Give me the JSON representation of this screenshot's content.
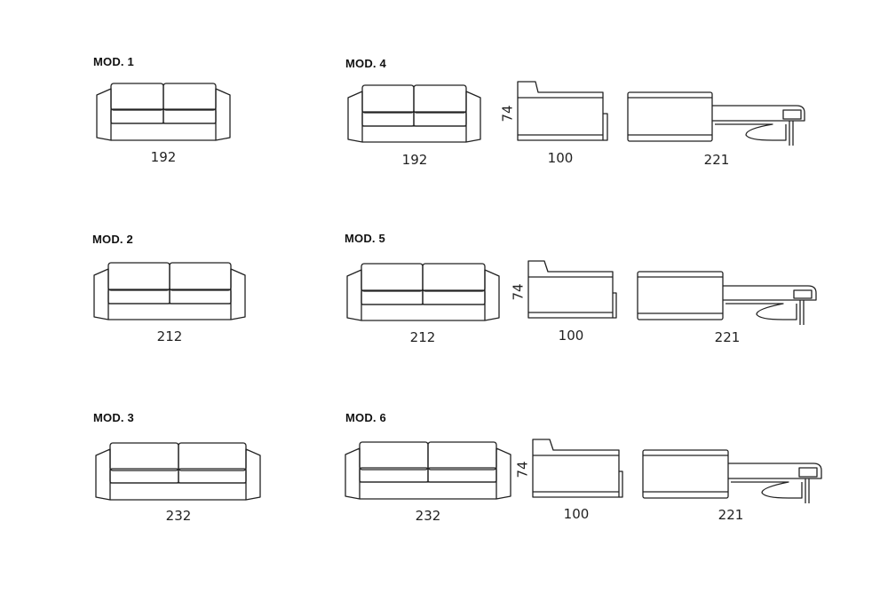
{
  "models": [
    {
      "id": "mod1",
      "title": "MOD. 1",
      "front_width": "192"
    },
    {
      "id": "mod2",
      "title": "MOD. 2",
      "front_width": "212"
    },
    {
      "id": "mod3",
      "title": "MOD. 3",
      "front_width": "232"
    },
    {
      "id": "mod4",
      "title": "MOD. 4",
      "front_width": "192",
      "height": "74",
      "depth": "100",
      "open_depth": "221"
    },
    {
      "id": "mod5",
      "title": "MOD. 5",
      "front_width": "212",
      "height": "74",
      "depth": "100",
      "open_depth": "221"
    },
    {
      "id": "mod6",
      "title": "MOD. 6",
      "front_width": "232",
      "height": "74",
      "depth": "100",
      "open_depth": "221"
    }
  ]
}
